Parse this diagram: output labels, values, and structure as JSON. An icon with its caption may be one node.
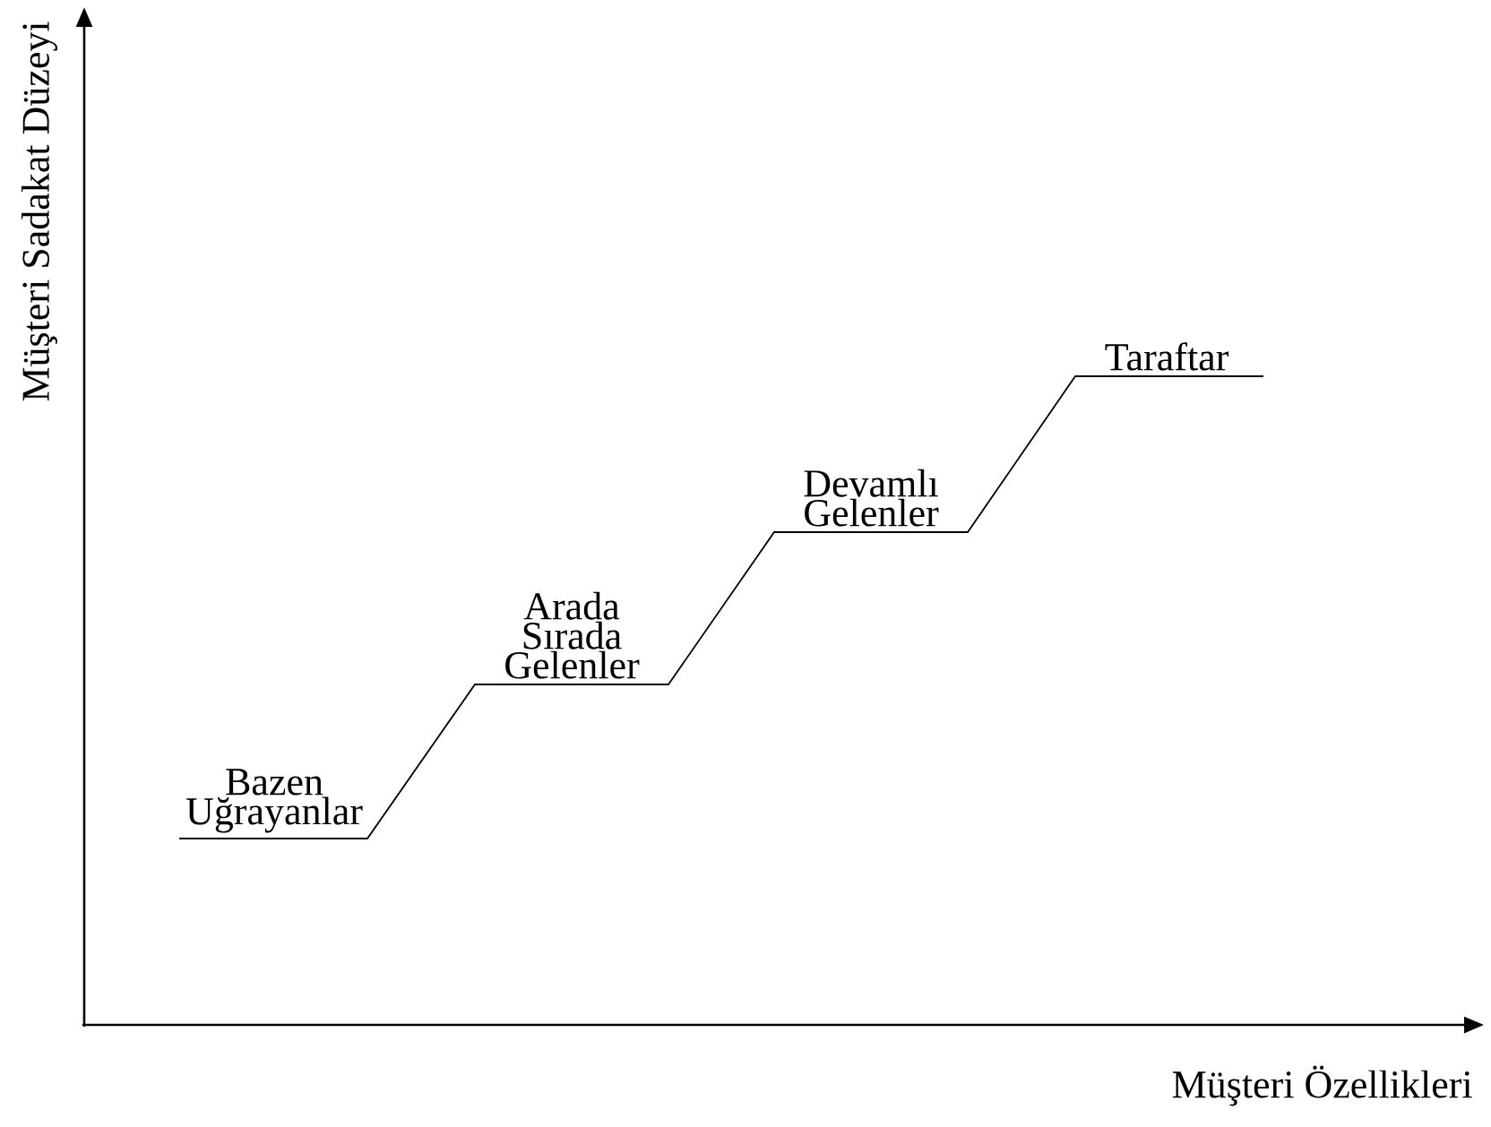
{
  "diagram": {
    "labels": [
      "Müşteri Sadakat Düzeyi",
      "Taraftar",
      "Devamlı Gelenler",
      "Arada Sırada Gelenler",
      "Bazen Uğrayanlar",
      "Müşteri Özellikleri"
    ]
  }
}
